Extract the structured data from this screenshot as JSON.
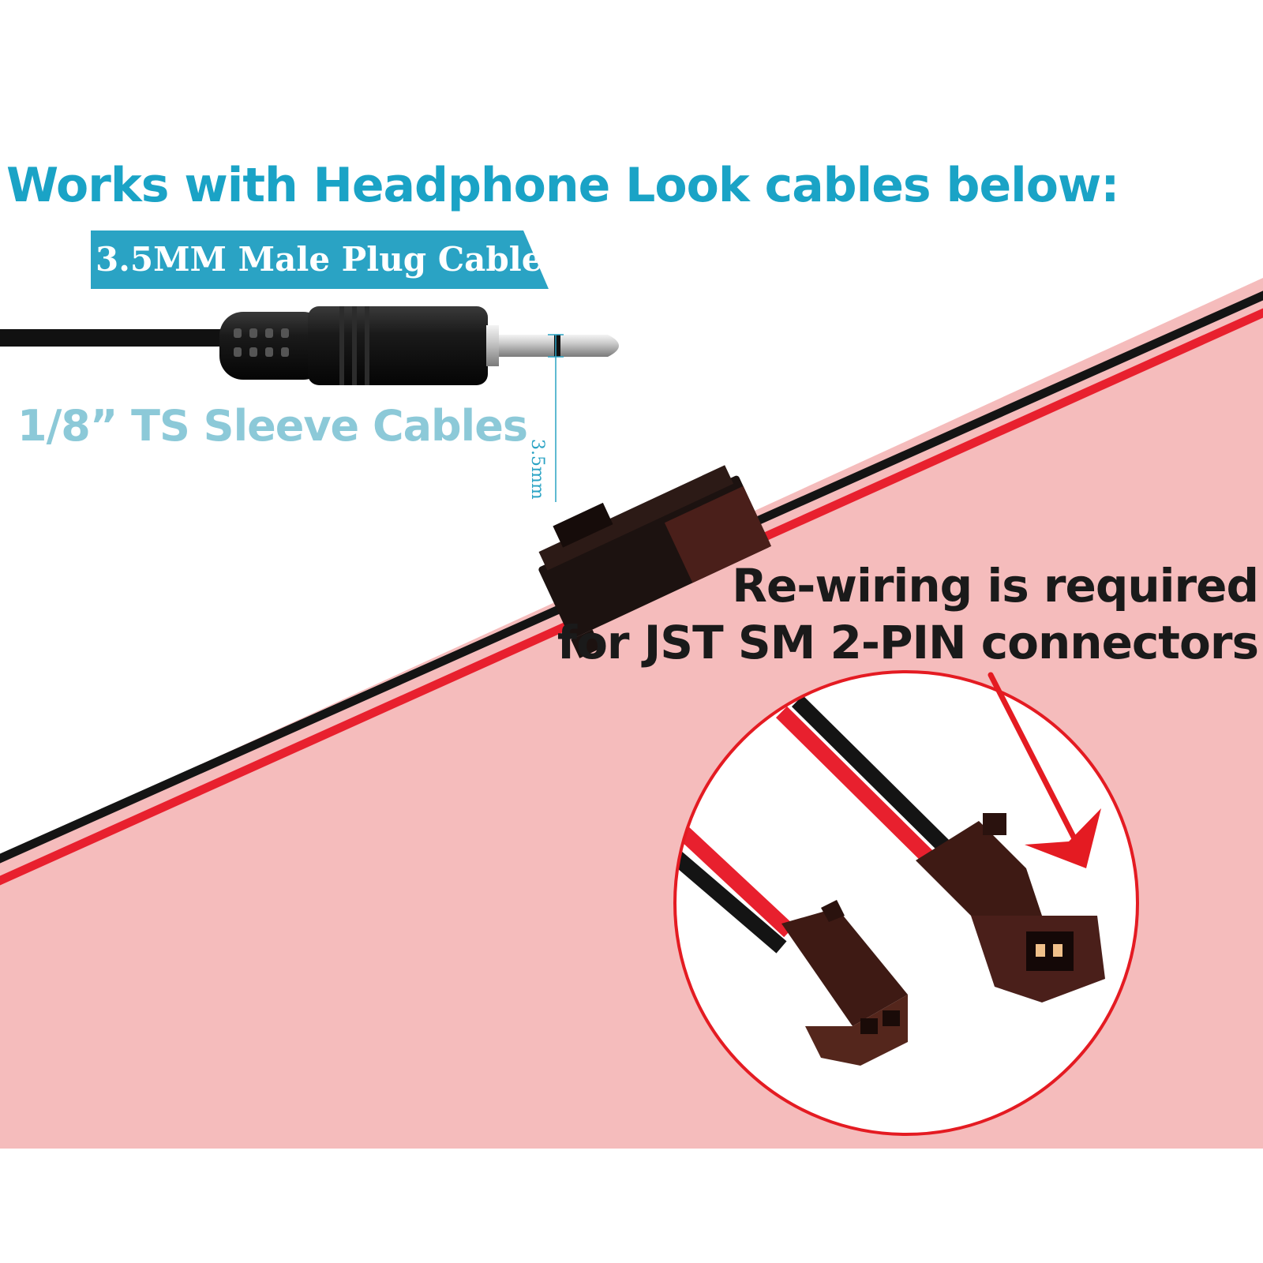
{
  "headline": "Works with Headphone Look cables below:",
  "plug_banner": "3.5MM Male Plug Cable",
  "ts_label": "1/8” TS Sleeve Cables",
  "dimension_label": "3.5mm",
  "rewire_note": {
    "line1": "Re-wiring is required",
    "line2": "for JST SM 2-PIN connectors"
  },
  "colors": {
    "accent_blue": "#1aa3c6",
    "banner_blue": "#2aa3c4",
    "light_blue_text": "#8cc9d8",
    "pink_background": "#f5bcbc",
    "wire_red": "#e8202e",
    "wire_black": "#141414",
    "connector_brown": "#3e1a14",
    "arrow_red": "#e41b22"
  },
  "icons": [
    "headphone-plug-icon",
    "jst-connector-icon",
    "red-arrow-icon",
    "zoom-circle-icon"
  ]
}
